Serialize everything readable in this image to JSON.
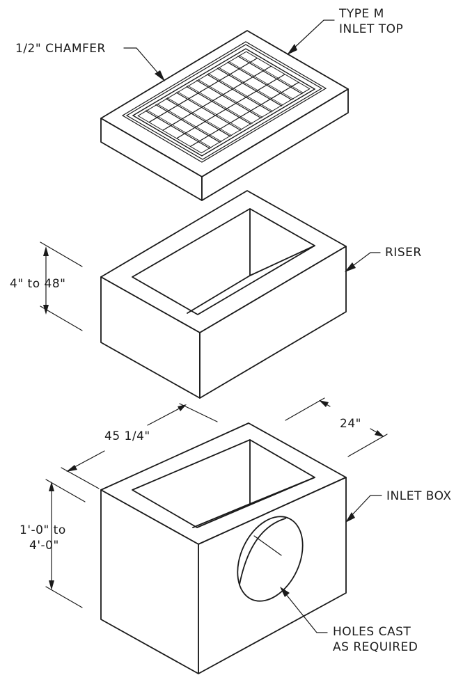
{
  "labels": {
    "type_m_line1": "TYPE M",
    "type_m_line2": "INLET TOP",
    "chamfer": "1/2\" CHAMFER",
    "riser": "RISER",
    "riser_height": "4\" to 48\"",
    "length": "45 1/4\"",
    "width": "24\"",
    "box_height_line1": "1'-0\" to",
    "box_height_line2": "4'-0\"",
    "inlet_box": "INLET BOX",
    "holes_line1": "HOLES CAST",
    "holes_line2": "AS REQUIRED"
  }
}
